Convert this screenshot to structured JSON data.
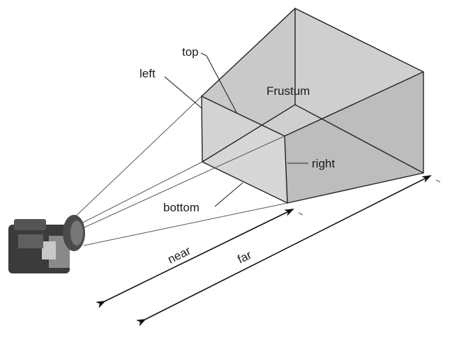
{
  "labels": {
    "top": "top",
    "left": "left",
    "frustum": "Frustum",
    "right": "right",
    "bottom": "bottom",
    "near": "near",
    "far": "far"
  },
  "colors": {
    "frustum_fill": "#cccccc",
    "line": "#222222"
  },
  "icons": {
    "camera": "camera-icon"
  }
}
